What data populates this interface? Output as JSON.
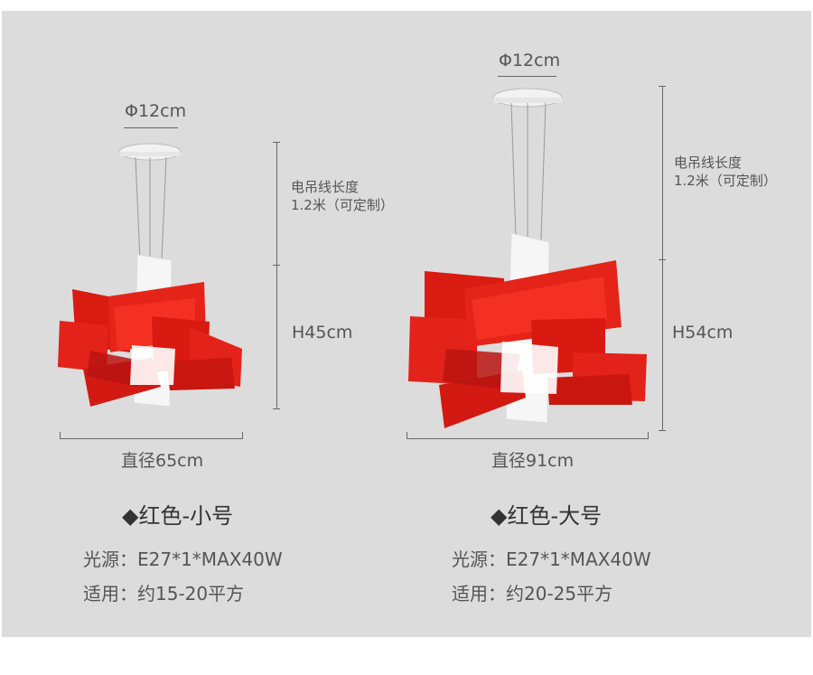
{
  "products": [
    {
      "canopy_label": "Φ12cm",
      "cable_note_line1": "电吊线长度",
      "cable_note_line2": "1.2米（可定制）",
      "height_label": "H45cm",
      "diameter_label": "直径65cm",
      "title": "◆红色-小号",
      "light_source": "光源：E27*1*MAX40W",
      "applicable": "适用：约15-20平方"
    },
    {
      "canopy_label": "Φ12cm",
      "cable_note_line1": "电吊线长度",
      "cable_note_line2": "1.2米（可定制）",
      "height_label": "H54cm",
      "diameter_label": "直径91cm",
      "title": "◆红色-大号",
      "light_source": "光源：E27*1*MAX40W",
      "applicable": "适用：约20-25平方"
    }
  ],
  "colors": {
    "background": "#dcdcdc",
    "lamp_red": "#e01e14",
    "lamp_dark_red": "#a90f0a",
    "lamp_white": "#f4f4f4"
  }
}
